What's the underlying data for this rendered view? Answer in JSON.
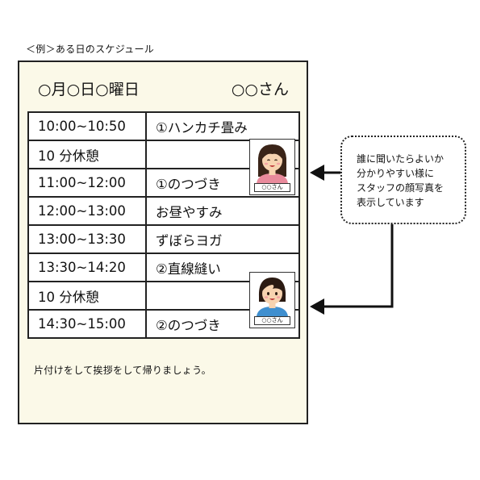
{
  "caption": "＜例＞ある日のスケジュール",
  "card": {
    "date_label": "○月○日○曜日",
    "name_label": "○○さん",
    "footer": "片付けをして挨拶をして帰りましょう。"
  },
  "schedule": [
    {
      "time": "10:00~10:50",
      "activity": "①ハンカチ畳み"
    },
    {
      "time": "10 分休憩",
      "activity": ""
    },
    {
      "time": "11:00~12:00",
      "activity": "①のつづき"
    },
    {
      "time": "12:00~13:00",
      "activity": "お昼やすみ"
    },
    {
      "time": "13:00~13:30",
      "activity": "ずぼらヨガ"
    },
    {
      "time": "13:30~14:20",
      "activity": "②直線縫い"
    },
    {
      "time": "10 分休憩",
      "activity": ""
    },
    {
      "time": "14:30~15:00",
      "activity": "②のつづき"
    }
  ],
  "staff_photos": [
    {
      "name_tag": "○○さん"
    },
    {
      "name_tag": "○○さん"
    }
  ],
  "callout": {
    "lines": [
      "誰に聞いたらよいか",
      "分かりやすい様に",
      "スタッフの顔写真を",
      "表示しています"
    ]
  },
  "colors": {
    "card_background": "#fbf9e8",
    "border": "#222222",
    "staff_shirt_1": "#e98a9c",
    "staff_shirt_2": "#3f8fcf"
  }
}
